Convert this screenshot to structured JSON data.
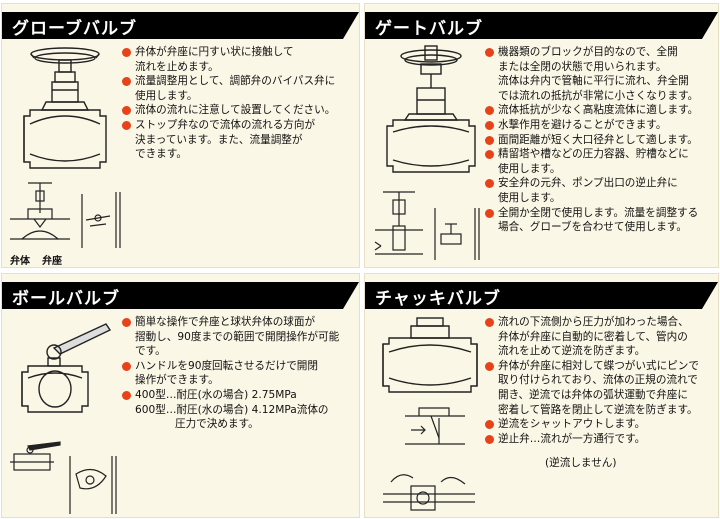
{
  "globe": {
    "title": "グローブバルブ",
    "labels": {
      "body": "弁体",
      "seat": "弁座"
    },
    "bullets": [
      {
        "lines": [
          "弁体が弁座に円すい状に接触して",
          "流れを止めます。"
        ]
      },
      {
        "lines": [
          "流量調整用として、調節弁のバイパス弁に",
          "使用します。"
        ]
      },
      {
        "lines": [
          "流体の流れに注意して設置してください。"
        ]
      },
      {
        "lines": [
          "ストップ弁なので流体の流れる方向が",
          "決まっています。また、流量調整が",
          "できます。"
        ]
      }
    ]
  },
  "gate": {
    "title": "ゲートバルブ",
    "bullets": [
      {
        "lines": [
          "機器類のブロックが目的なので、全開",
          "または全閉の状態で用いられます。",
          "流体は弁内で管軸に平行に流れ、弁全開",
          "では流れの抵抗が非常に小さくなります。"
        ]
      },
      {
        "lines": [
          "流体抵抗が少なく高粘度流体に適します。"
        ]
      },
      {
        "lines": [
          "水撃作用を避けることができます。"
        ]
      },
      {
        "lines": [
          "面間距離が短く大口径弁として適します。"
        ]
      },
      {
        "lines": [
          "精留塔や槽などの圧力容器、貯槽などに",
          "使用します。"
        ]
      },
      {
        "lines": [
          "安全弁の元弁、ポンプ出口の逆止弁に",
          "使用します。"
        ]
      },
      {
        "lines": [
          "全開か全閉で使用します。流量を調整する",
          "場合、グローブを合わせて使用します。"
        ]
      }
    ]
  },
  "ball": {
    "title": "ボールバルブ",
    "bullets": [
      {
        "lines": [
          "簡単な操作で弁座と球状弁体の球面が",
          "摺動し、90度までの範囲で開閉操作が可能",
          "です。"
        ]
      },
      {
        "lines": [
          "ハンドルを90度回転させるだけで開閉",
          "操作ができます。"
        ]
      },
      {
        "lines": [
          "400型…耐圧(水の場合) 2.75MPa",
          "600型…耐圧(水の場合) 4.12MPa流体の",
          "圧力で決めます。"
        ]
      }
    ]
  },
  "check": {
    "title": "チャッキバルブ",
    "bullets": [
      {
        "lines": [
          "流れの下流側から圧力が加わった場合、",
          "弁体が弁座に自動的に密着して、管内の",
          "流れを止めて逆流を防ぎます。"
        ]
      },
      {
        "lines": [
          "弁体が弁座に相対して蝶つがい式にピンで",
          "取り付けられており、流体の正規の流れで",
          "開き、逆流では弁体の弧状運動で弁座に",
          "密着して管路を閉止して逆流を防ぎます。"
        ]
      },
      {
        "lines": [
          "逆流をシャットアウトします。"
        ]
      },
      {
        "lines": [
          "逆止弁…流れが一方通行です。"
        ]
      }
    ],
    "note": "(逆流しません)"
  },
  "colors": {
    "panel_bg": "#fbf7e6",
    "title_bar": "#000000",
    "bullet": "#e8421a"
  }
}
